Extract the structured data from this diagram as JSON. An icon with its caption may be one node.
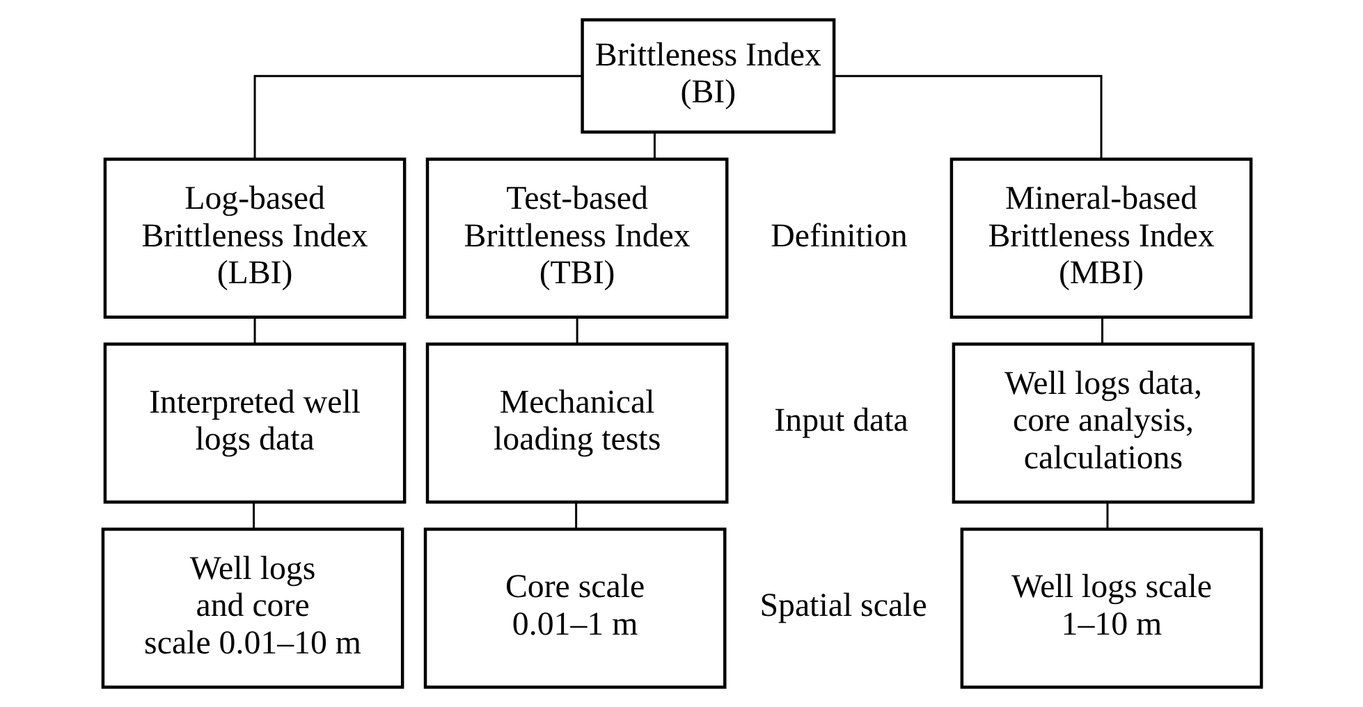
{
  "diagram": {
    "nodes": [
      {
        "text": [
          "Brittleness Index (BI)"
        ]
      },
      {
        "text": [
          "Mineral-based Brittleness Index (MBI)"
        ]
      },
      {
        "text": [
          "Log-based Brittleness Index (LBI)"
        ]
      },
      {
        "text": [
          "Test-based Brittleness Index (TBI)"
        ]
      },
      {
        "text": [
          "Well logs data, core analysis, calculations"
        ]
      },
      {
        "text": [
          "Interpreted well logs data"
        ]
      },
      {
        "text": [
          "Mechanical loading tests"
        ]
      },
      {
        "text": [
          "Well logs scale 1–10 m"
        ]
      },
      {
        "text": [
          "Well logs and core scale 0.01–10 m"
        ]
      },
      {
        "text": [
          "Core scale 0.01–1 m"
        ]
      }
    ],
    "edges": [
      {
        "from": 0,
        "to": 1,
        "arrow": "none"
      },
      {
        "from": 0,
        "to": 2,
        "arrow": "none"
      },
      {
        "from": 0,
        "to": 3,
        "arrow": "none"
      },
      {
        "from": 1,
        "to": 4,
        "arrow": "none"
      },
      {
        "from": 2,
        "to": 5,
        "arrow": "none"
      },
      {
        "from": 3,
        "to": 6,
        "arrow": "none"
      },
      {
        "from": 4,
        "to": 7,
        "arrow": "none"
      },
      {
        "from": 5,
        "to": 8,
        "arrow": "none"
      },
      {
        "from": 6,
        "to": 9,
        "arrow": "none"
      }
    ],
    "labels": [
      "Definition",
      "Input data",
      "Spatial scale"
    ]
  }
}
